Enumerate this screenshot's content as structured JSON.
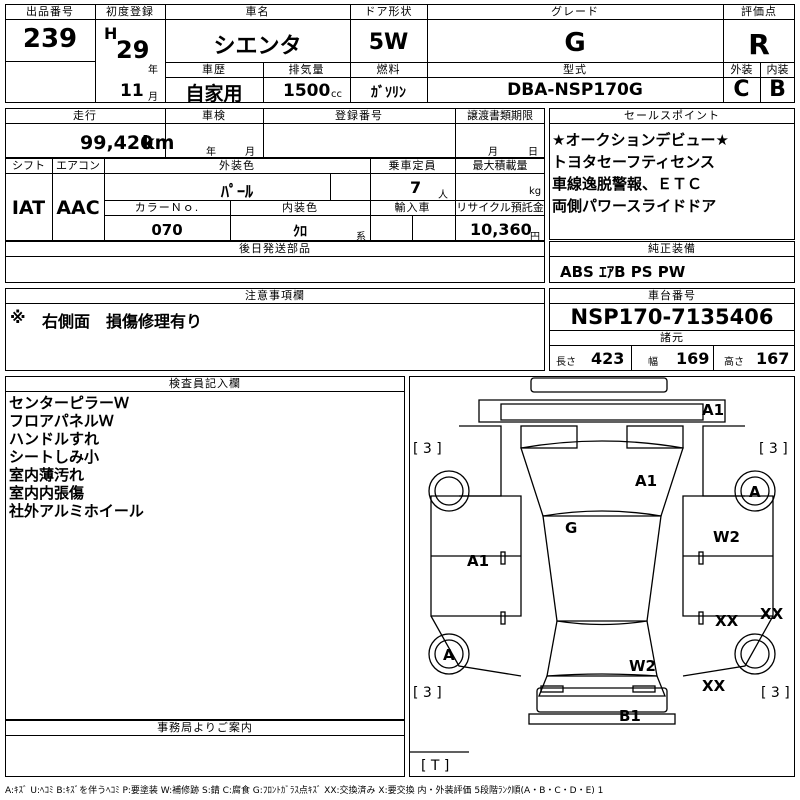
{
  "header": {
    "lot_label": "出品番号",
    "lot_no": "239",
    "first_reg_label": "初度登録",
    "era": "H",
    "year": "29",
    "year_unit": "年",
    "month": "11",
    "month_unit": "月",
    "name_label": "車名",
    "name": "シエンタ",
    "door_label": "ドア形状",
    "door": "5W",
    "grade_label": "グレード",
    "grade": "G",
    "score_label": "評価点",
    "score": "R",
    "history_label": "車歴",
    "history": "自家用",
    "disp_label": "排気量",
    "disp": "1500",
    "disp_unit": "cc",
    "fuel_label": "燃料",
    "fuel": "ｶﾞｿﾘﾝ",
    "model_label": "型式",
    "model": "DBA-NSP170G",
    "ext_label": "外装",
    "ext": "C",
    "int_label": "内装",
    "int": "B"
  },
  "row2": {
    "mileage_label": "走行",
    "mileage": "99,420",
    "mileage_unit": "km",
    "inspection_label": "車検",
    "insp_year": "年",
    "insp_month": "月",
    "reg_label": "登録番号",
    "transfer_label": "譲渡書類期限",
    "tr_month": "月",
    "tr_day": "日",
    "sales_label": "セールスポイント",
    "sales_points": [
      "★オークションデビュー★",
      "トヨタセーフティセンス",
      "車線逸脱警報、ＥＴＣ",
      "両側パワースライドドア"
    ]
  },
  "row3": {
    "shift_label": "シフト",
    "shift": "IAT",
    "ac_label": "エアコン",
    "ac": "AAC",
    "color_label": "外装色",
    "color": "ﾊﾟｰﾙ",
    "cap_label": "乗車定員",
    "cap": "7",
    "cap_unit": "人",
    "load_label": "最大積載量",
    "load_unit": "kg",
    "colorno_label": "カラーＮｏ.",
    "colorno": "070",
    "intcolor_label": "内装色",
    "intcolor": "ｸﾛ",
    "intcolor_unit": "系",
    "import_label": "輸入車",
    "recycle_label": "リサイクル預託金",
    "recycle": "10,360",
    "recycle_unit": "円"
  },
  "later_parts_label": "後日発送部品",
  "genuine_label": "純正装備",
  "genuine": "ABS ｴｱB PS PW",
  "notes_label": "注意事項欄",
  "notes_mark": "※",
  "notes": "右側面　損傷修理有り",
  "chassis_label": "車台番号",
  "chassis": "NSP170-7135406",
  "spec_label": "諸元",
  "dims": {
    "len_label": "長さ",
    "len": "423",
    "wid_label": "幅",
    "wid": "169",
    "hgt_label": "高さ",
    "hgt": "167"
  },
  "inspector_label": "検査員記入欄",
  "inspector_notes": [
    "センターピラーＷ",
    "フロアパネルＷ",
    "ハンドルすれ",
    "シートしみ小",
    "室内薄汚れ",
    "室内内張傷",
    "社外アルミホイール"
  ],
  "office_label": "事務局よりご案内",
  "diagram": {
    "marks": {
      "a1_front": "A1",
      "a1_hood": "A1",
      "a_fr_wheel": "A",
      "g_glass": "G",
      "a1_left": "A1",
      "w2_right": "W2",
      "xx_right_door": "XX",
      "xx_right_edge": "XX",
      "a_rl_wheel": "A",
      "w2_rear": "W2",
      "xx_rear": "XX",
      "b1_rear": "B1"
    },
    "tires": [
      "[ 3 ]",
      "[ 3 ]",
      "[ 3 ]",
      "[ 3 ]"
    ],
    "spare": "[ T ]"
  },
  "legend": "A:ｷｽﾞ U:ﾍｺﾐ B:ｷｽﾞを伴うﾍｺﾐ P:要塗装 W:補修跡 S:錆 C:腐食 G:ﾌﾛﾝﾄｶﾞﾗｽ点ｷｽﾞ XX:交換済み X:要交換 内・外装評価 5段階ﾗﾝｸ順(A・B・C・D・E) 1"
}
